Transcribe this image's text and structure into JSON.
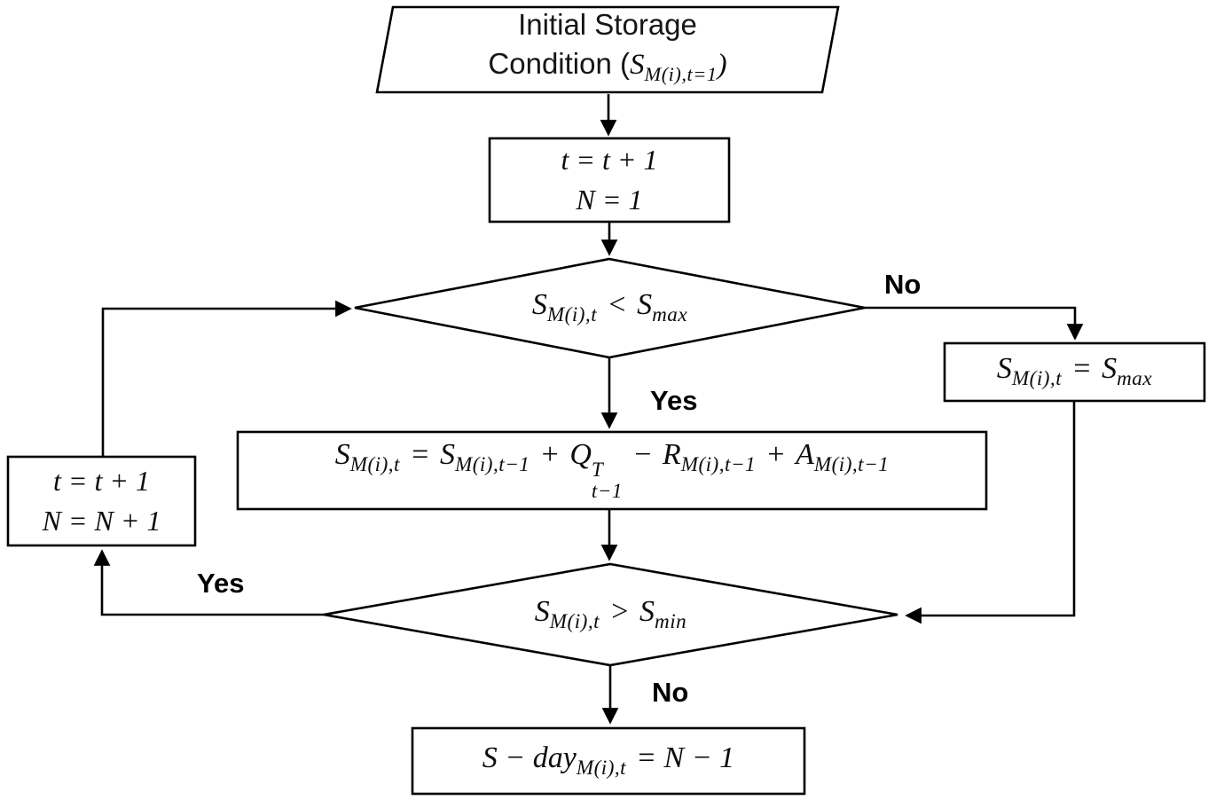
{
  "figure": {
    "background": "#ffffff",
    "line_color": "#000000"
  },
  "nodes": {
    "start": {
      "line1": "Initial Storage",
      "line2_pre": "Condition (",
      "line2_var": "S",
      "line2_sub": "M(i),t=1",
      "line2_close": ")"
    },
    "init": {
      "line1": "t = t + 1",
      "line2": "N = 1"
    },
    "check_max": {
      "lhs": "S",
      "lhs_sub": "M(i),t",
      "op": "<",
      "rhs": "S",
      "rhs_sub": "max"
    },
    "cap_max": {
      "lhs": "S",
      "lhs_sub": "M(i),t",
      "op": "=",
      "rhs": "S",
      "rhs_sub": "max"
    },
    "mass_balance": {
      "v1": "S",
      "v1_sub": "M(i),t",
      "eq": "=",
      "v2": "S",
      "v2_sub": "M(i),t−1",
      "plus1": "+",
      "v3": "Q",
      "v3_sup": "T",
      "v3_sub": "t−1",
      "minus": "−",
      "v4": "R",
      "v4_sub": "M(i),t−1",
      "plus2": "+",
      "v5": "A",
      "v5_sub": "M(i),t−1"
    },
    "increment": {
      "line1": "t = t + 1",
      "line2": "N = N + 1"
    },
    "check_min": {
      "lhs": "S",
      "lhs_sub": "M(i),t",
      "op": ">",
      "rhs": "S",
      "rhs_sub": "min"
    },
    "result": {
      "pre": "S − day",
      "sub": "M(i),t",
      "post": "= N − 1"
    }
  },
  "edge_labels": {
    "no_max": "No",
    "yes_max": "Yes",
    "yes_min": "Yes",
    "no_min": "No"
  }
}
